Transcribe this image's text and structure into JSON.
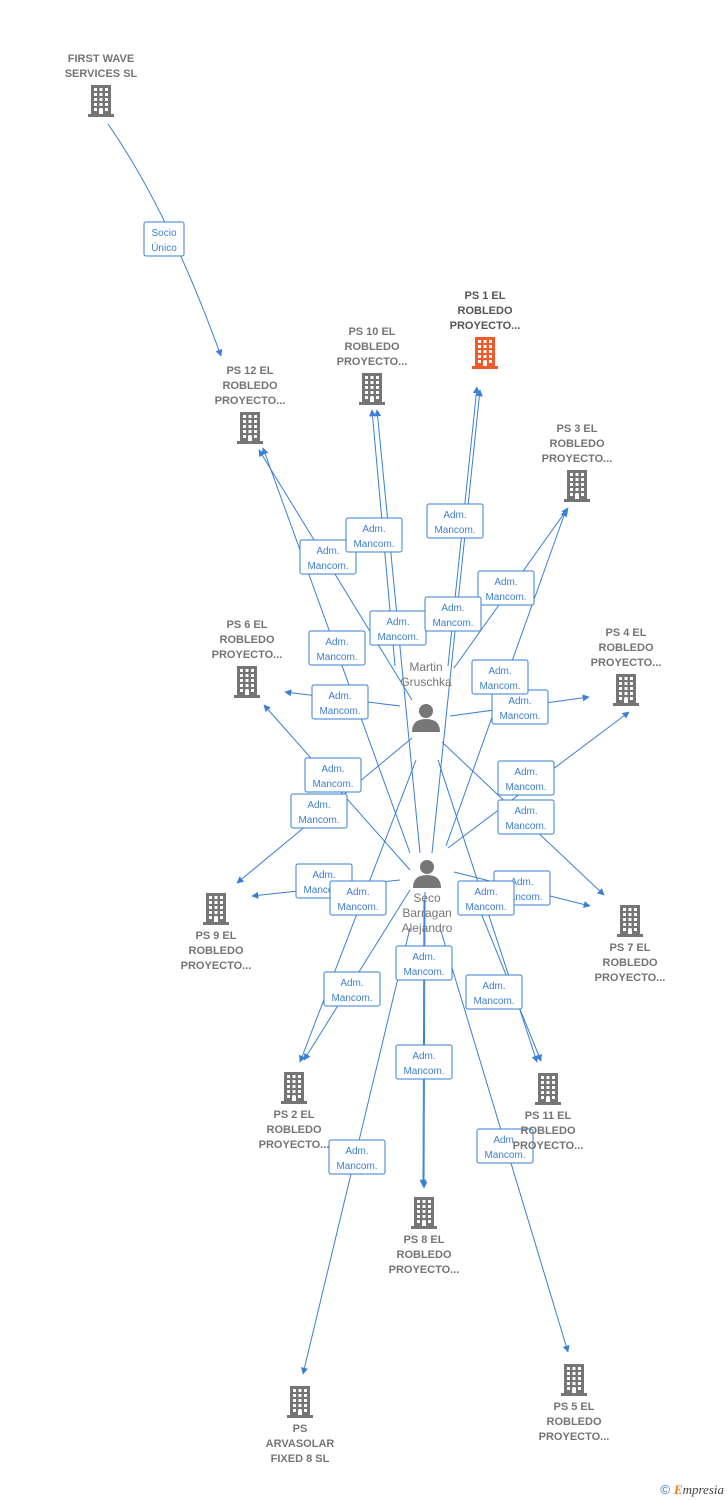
{
  "nodes": {
    "first_wave": {
      "lines": [
        "FIRST WAVE",
        "SERVICES SL"
      ],
      "highlight": false
    },
    "ps1": {
      "lines": [
        "PS 1 EL",
        "ROBLEDO",
        "PROYECTO..."
      ],
      "highlight": true
    },
    "ps10": {
      "lines": [
        "PS 10 EL",
        "ROBLEDO",
        "PROYECTO..."
      ],
      "highlight": false
    },
    "ps12": {
      "lines": [
        "PS 12 EL",
        "ROBLEDO",
        "PROYECTO..."
      ],
      "highlight": false
    },
    "ps3": {
      "lines": [
        "PS 3 EL",
        "ROBLEDO",
        "PROYECTO..."
      ],
      "highlight": false
    },
    "ps6": {
      "lines": [
        "PS 6 EL",
        "ROBLEDO",
        "PROYECTO..."
      ],
      "highlight": false
    },
    "ps4": {
      "lines": [
        "PS 4 EL",
        "ROBLEDO",
        "PROYECTO..."
      ],
      "highlight": false
    },
    "ps9": {
      "lines": [
        "PS 9 EL",
        "ROBLEDO",
        "PROYECTO..."
      ],
      "highlight": false
    },
    "ps7": {
      "lines": [
        "PS 7 EL",
        "ROBLEDO",
        "PROYECTO..."
      ],
      "highlight": false
    },
    "ps2": {
      "lines": [
        "PS 2 EL",
        "ROBLEDO",
        "PROYECTO..."
      ],
      "highlight": false
    },
    "ps11": {
      "lines": [
        "PS 11 EL",
        "ROBLEDO",
        "PROYECTO..."
      ],
      "highlight": false
    },
    "ps8": {
      "lines": [
        "PS 8 EL",
        "ROBLEDO",
        "PROYECTO..."
      ],
      "highlight": false
    },
    "ps5": {
      "lines": [
        "PS 5 EL",
        "ROBLEDO",
        "PROYECTO..."
      ],
      "highlight": false
    },
    "arvasolar": {
      "lines": [
        "PS",
        "ARVASOLAR",
        "FIXED 8 SL"
      ],
      "highlight": false
    }
  },
  "persons": {
    "martin": {
      "lines": [
        "Martin",
        "Gruschka"
      ]
    },
    "seco": {
      "lines": [
        "Seco",
        "Barragan",
        "Alejandro"
      ]
    }
  },
  "edge_labels": {
    "socio": [
      "Socio",
      "Único"
    ],
    "adm": [
      "Adm.",
      "Mancom."
    ]
  },
  "footer": {
    "copyright": "©",
    "brand_initial": "E",
    "brand_rest": "mpresia"
  },
  "colors": {
    "edge": "#3a7fd5",
    "building": "#757575",
    "building_highlight": "#ef5a2a"
  }
}
